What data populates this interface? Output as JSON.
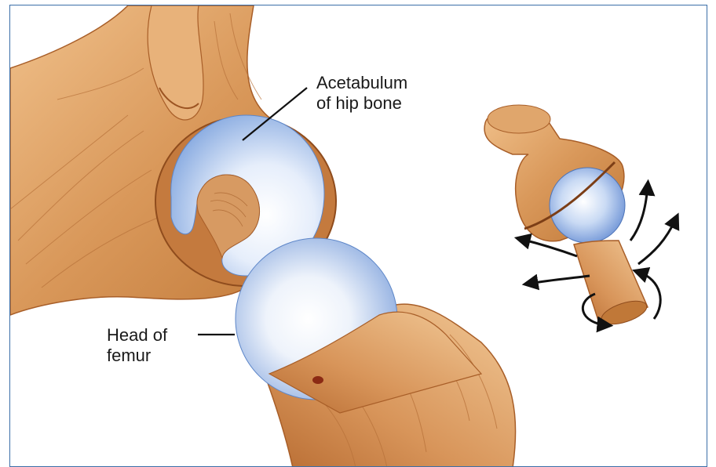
{
  "labels": {
    "acetabulum_line1": "Acetabulum",
    "acetabulum_line2": "of hip bone",
    "head_line1": "Head of",
    "head_line2": "femur"
  },
  "colors": {
    "bone": "#d99a5e",
    "bone_dark": "#b96a32",
    "bone_light": "#f2c998",
    "cartilage": "#8fb2e6",
    "cartilage_light": "#eef4fc",
    "frame_border": "#3b6ea8",
    "arrow": "#111111"
  },
  "icons": {
    "motion_arrows": "curved-arrow-icon"
  }
}
